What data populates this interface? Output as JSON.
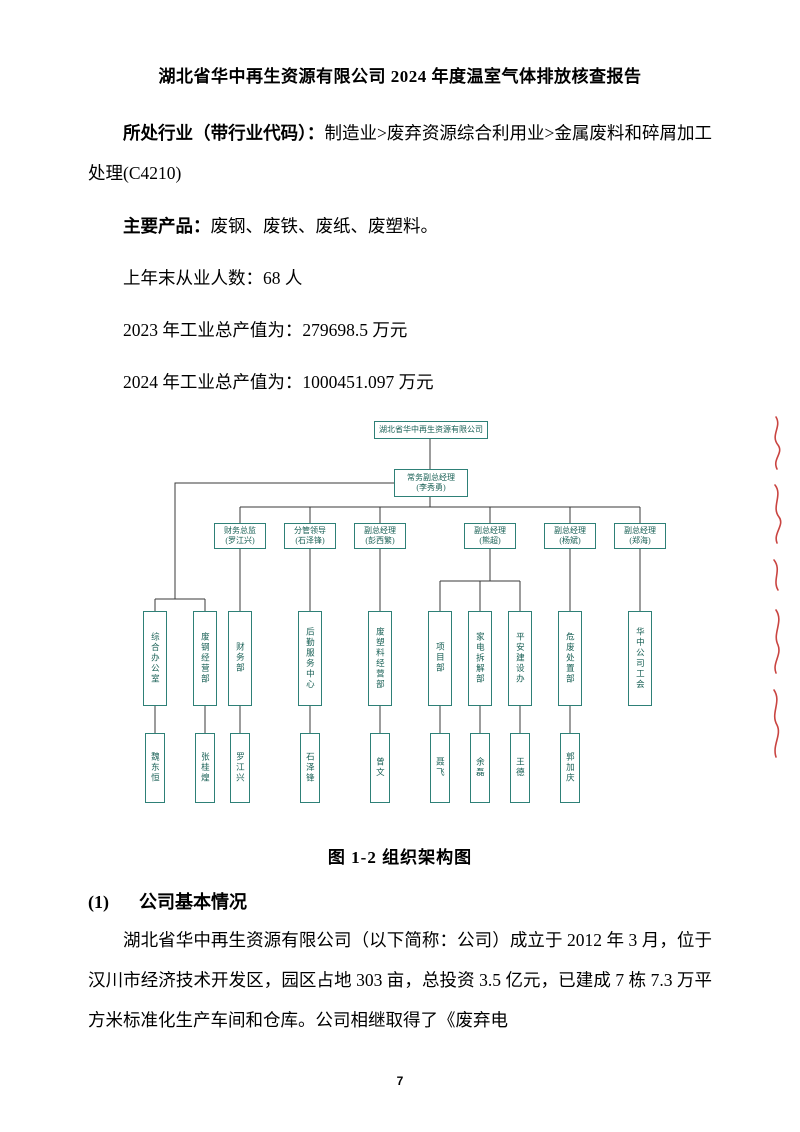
{
  "page": {
    "header_title": "湖北省华中再生资源有限公司 2024 年度温室气体排放核查报告",
    "page_number": "7"
  },
  "body": {
    "industry_label": "所处行业（带行业代码）：",
    "industry_value": "制造业>废弃资源综合利用业>金属废料和碎屑加工处理(C4210)",
    "products_label": "主要产品：",
    "products_value": "废钢、废铁、废纸、废塑料。",
    "employees_line": "上年末从业人数：68 人",
    "output_2023_line": "2023 年工业总产值为：279698.5 万元",
    "output_2024_line": "2024 年工业总产值为：1000451.097 万元",
    "figure_caption": "图 1-2  组织架构图",
    "section_number": "(1)",
    "section_title": "公司基本情况",
    "paragraph": "湖北省华中再生资源有限公司（以下简称：公司）成立于 2012 年 3 月，位于汉川市经济技术开发区，园区占地 303 亩，总投资 3.5 亿元，已建成 7 栋 7.3 万平方米标准化生产车间和仓库。公司相继取得了《废弃电"
  },
  "org_chart": {
    "root": "湖北省华中再生资源有限公司",
    "deputy_gm": "常务副总经理",
    "deputy_gm_name": "(李秀勇)",
    "managers": [
      {
        "title": "财务总监",
        "name": "(罗江兴)"
      },
      {
        "title": "分管领导",
        "name": "(石泽锋)"
      },
      {
        "title": "副总经理",
        "name": "(彭西繁)"
      },
      {
        "title": "副总经理",
        "name": "(熊超)"
      },
      {
        "title": "副总经理",
        "name": "(杨斌)"
      },
      {
        "title": "副总经理",
        "name": "(郑海)"
      }
    ],
    "departments": [
      "综合办公室",
      "废钢经营部",
      "财务部",
      "后勤服务中心",
      "废塑料经营部",
      "项目部",
      "家电拆解部",
      "平安建设办",
      "危废处置部",
      "华中公司工会"
    ],
    "staff": [
      "魏东恒",
      "张桂煌",
      "罗江兴",
      "石泽锋",
      "曾文",
      "聂飞",
      "余磊",
      "王德",
      "郭加庆"
    ]
  }
}
